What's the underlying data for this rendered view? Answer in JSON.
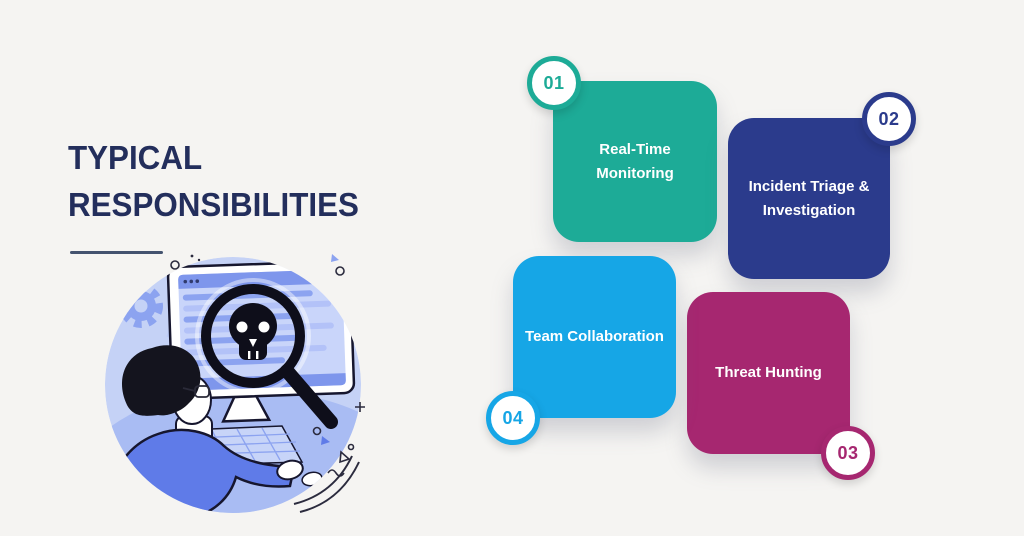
{
  "page": {
    "background": "#F5F4F2"
  },
  "title": {
    "text": "TYPICAL RESPONSIBILITIES",
    "color": "#232E5C",
    "underline_color": "#44536F"
  },
  "cards": [
    {
      "number": "01",
      "label": "Real-Time Monitoring",
      "color": "#1DAB97",
      "badge_position": "top-left"
    },
    {
      "number": "02",
      "label": "Incident Triage & Investigation",
      "color": "#2B3B8C",
      "badge_position": "top-right"
    },
    {
      "number": "03",
      "label": "Threat Hunting",
      "color": "#A62770",
      "badge_position": "bottom-right"
    },
    {
      "number": "04",
      "label": "Team Collaboration",
      "color": "#16A6E6",
      "badge_position": "bottom-left"
    }
  ],
  "illustration": {
    "description": "Analyst looking at a computer monitor where a magnifying glass reveals a skull (malware) among log lines",
    "palette": {
      "circle": "#C5D2F6",
      "desk": "#A9BCF3",
      "primary_blue": "#5F7BE8",
      "screen_line_blue": "#8CA3F0",
      "screen_bar_blue": "#7E96EC",
      "outline": "#16162E"
    }
  }
}
